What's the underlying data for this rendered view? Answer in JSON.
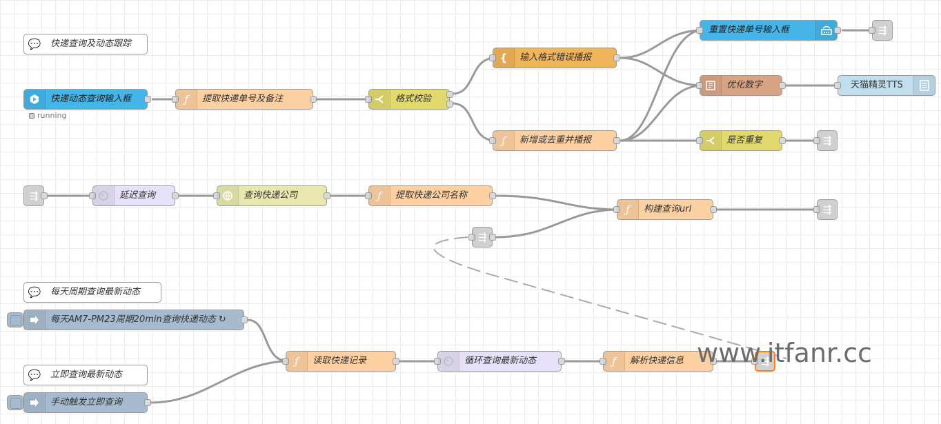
{
  "flow": {
    "colors": {
      "inject": "#a6bbcf",
      "function": "#fdd0a2",
      "switch": "#e2d96e",
      "delay": "#e6e0f8",
      "http": "#e7e7ae",
      "ui": "#3fadb5",
      "ui_blue": "#45b5e8",
      "tts": "#c0deed",
      "template": "#d9a484",
      "link": "#dddddd",
      "comment": "#ffffff",
      "template_orange": "#f0b45a",
      "wire": "#999999"
    },
    "comments": [
      {
        "label": "快递查询及动态跟踪"
      },
      {
        "label": "每天周期查询最新动态"
      },
      {
        "label": "立即查询最新动态"
      }
    ],
    "nodes": {
      "ui_input": {
        "label": "快递动态查询输入框",
        "status": "running",
        "icon": "ui-text-icon"
      },
      "fn_extract_no": {
        "label": "提取快递单号及备注",
        "icon": "function-icon"
      },
      "sw_format": {
        "label": "格式校验",
        "icon": "switch-icon"
      },
      "tpl_error": {
        "label": "输入格式错误播报",
        "icon": "template-icon"
      },
      "fn_dedupe": {
        "label": "新增或去重并播报",
        "icon": "function-icon"
      },
      "ui_reset": {
        "label": "重置快递单号输入框",
        "icon": "ui-reset-icon"
      },
      "tpl_number": {
        "label": "优化数字",
        "icon": "template-icon"
      },
      "tts": {
        "label": "天猫精灵TTS",
        "icon": "tts-icon"
      },
      "sw_dup": {
        "label": "是否重复",
        "icon": "switch-icon"
      },
      "delay_query": {
        "label": "延迟查询",
        "icon": "timer-icon"
      },
      "http_company": {
        "label": "查询快递公司",
        "icon": "http-icon"
      },
      "fn_company_name": {
        "label": "提取快递公司名称",
        "icon": "function-icon"
      },
      "fn_build_url": {
        "label": "构建查询url",
        "icon": "function-icon"
      },
      "inject_daily": {
        "label": "每天AM7-PM23周期20min查询快递动态 ↻",
        "icon": "inject-icon"
      },
      "inject_manual": {
        "label": "手动触发立即查询",
        "icon": "inject-icon"
      },
      "fn_read_record": {
        "label": "读取快递记录",
        "icon": "function-icon"
      },
      "delay_loop": {
        "label": "循环查询最新动态",
        "icon": "timer-icon"
      },
      "fn_parse": {
        "label": "解析快递信息",
        "icon": "function-icon"
      }
    },
    "link_icon": "link-arrow-icon",
    "watermark": "www.itfanr.cc"
  }
}
